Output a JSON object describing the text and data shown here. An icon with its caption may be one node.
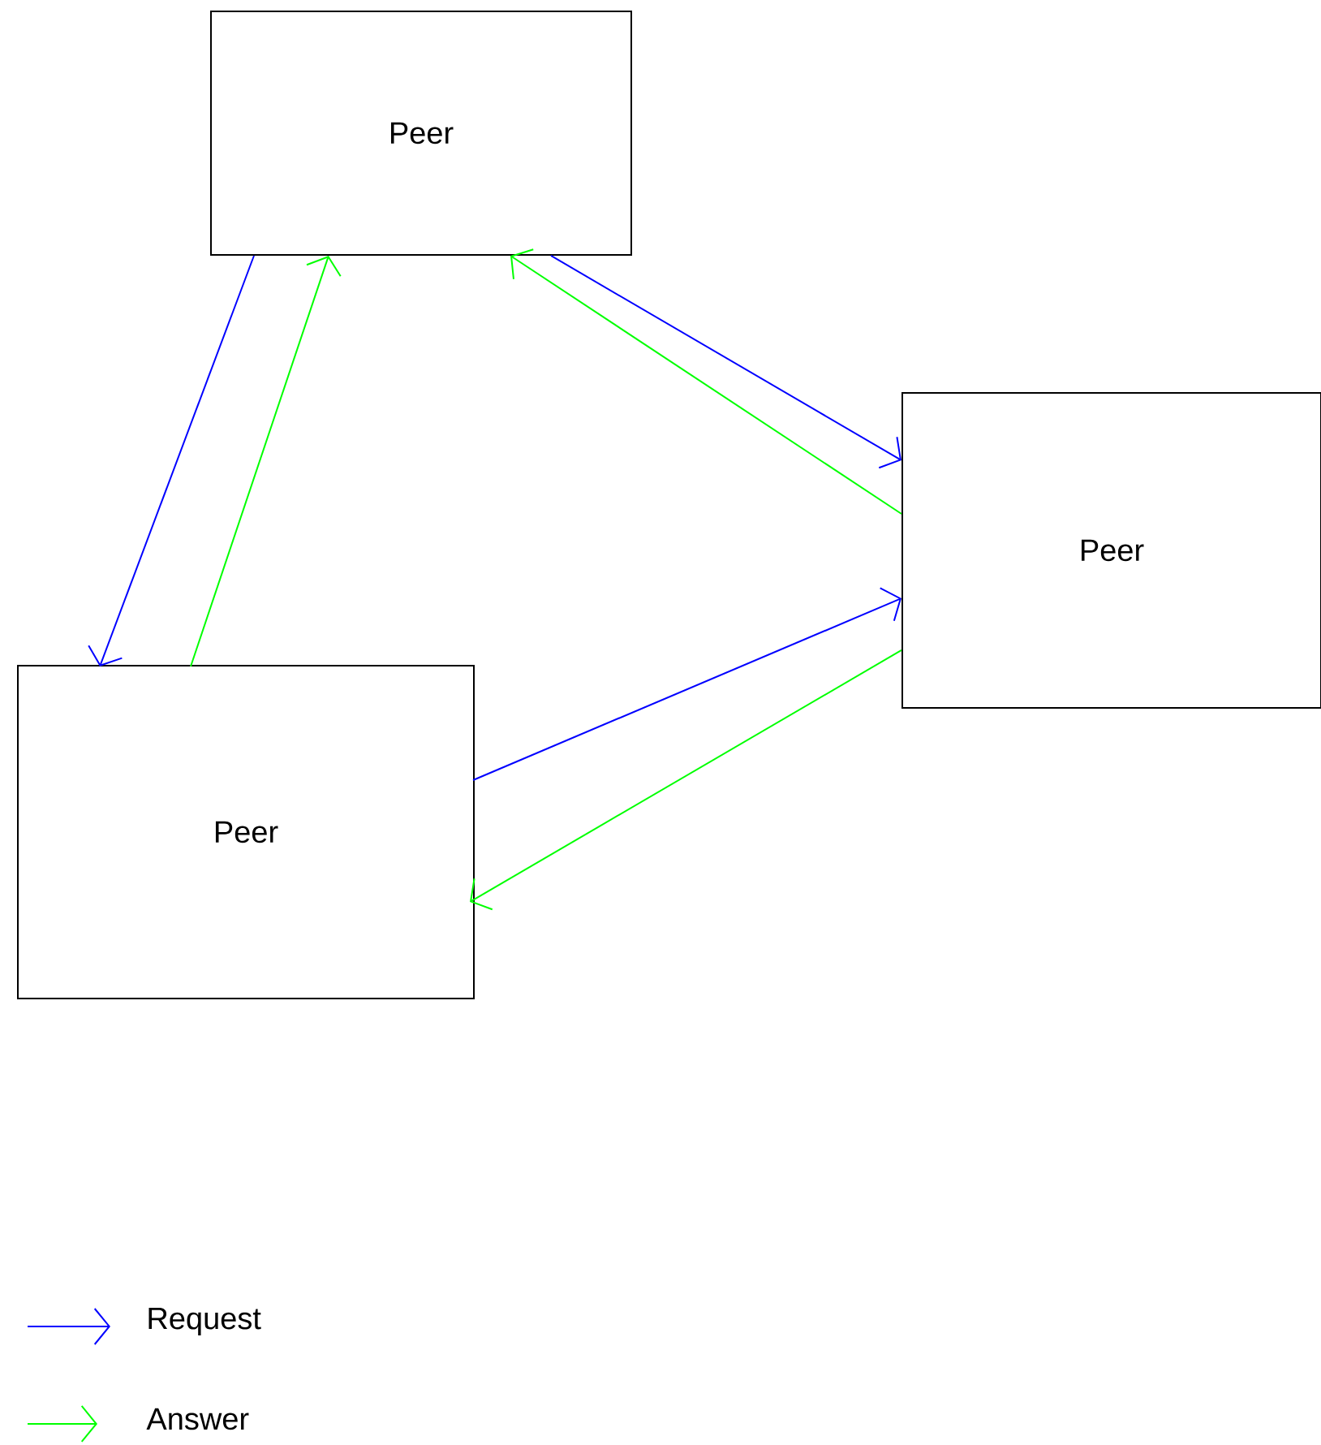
{
  "diagram": {
    "nodes": [
      {
        "text": [
          "Peer"
        ]
      },
      {
        "text": [
          "Peer"
        ]
      },
      {
        "text": [
          "Peer"
        ]
      }
    ],
    "edges": [
      {
        "from": 0,
        "to": 2,
        "arrow": "to",
        "color": "#0000ff"
      },
      {
        "from": 2,
        "to": 0,
        "arrow": "to",
        "color": "#00ff00"
      },
      {
        "from": 0,
        "to": 1,
        "arrow": "to",
        "color": "#0000ff"
      },
      {
        "from": 1,
        "to": 0,
        "arrow": "to",
        "color": "#00ff00"
      },
      {
        "from": 2,
        "to": 1,
        "arrow": "to",
        "color": "#0000ff"
      },
      {
        "from": 1,
        "to": 2,
        "arrow": "to",
        "color": "#00ff00"
      }
    ],
    "legend": [
      {
        "text": "Request"
      },
      {
        "text": "Answer"
      }
    ]
  }
}
